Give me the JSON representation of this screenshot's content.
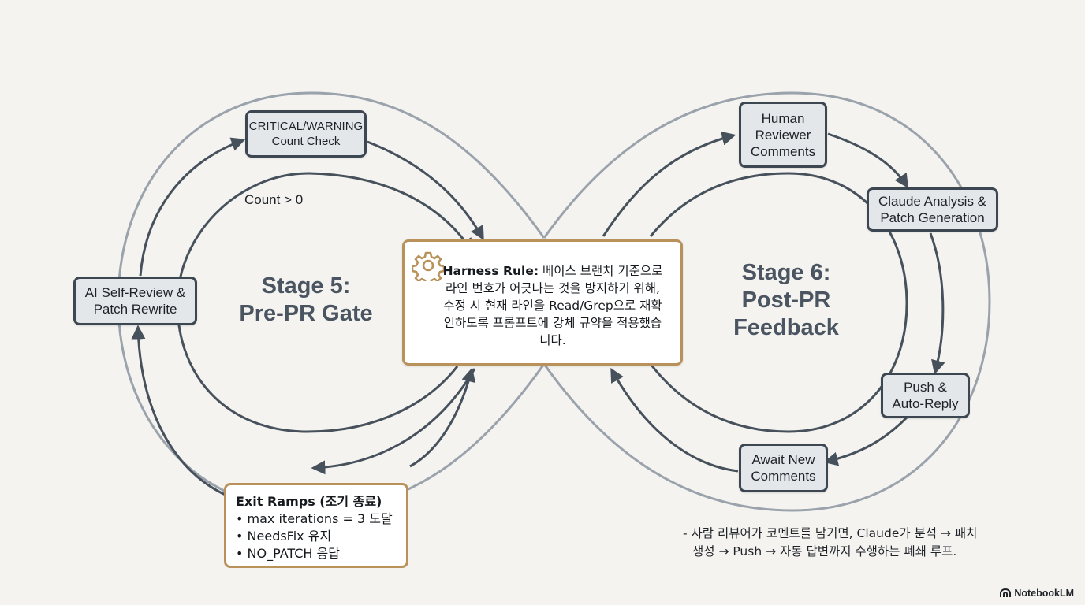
{
  "stage5": {
    "title": "Stage 5:\nPre-PR Gate"
  },
  "stage6": {
    "title": "Stage 6:\nPost-PR\nFeedback"
  },
  "nodes": {
    "critical_check": "CRITICAL/WARNING\nCount Check",
    "self_review": "AI Self-Review &\nPatch Rewrite",
    "human_review": "Human\nReviewer\nComments",
    "claude_analysis": "Claude Analysis &\nPatch Generation",
    "push_reply": "Push &\nAuto-Reply",
    "await_comments": "Await New\nComments"
  },
  "count_label": "Count > 0",
  "harness_rule": {
    "label": "Harness Rule:",
    "text": " 베이스 브랜치 기준으로 라인 번호가 어긋나는 것을 방지하기 위해, 수정 시 현재 라인을 Read/Grep으로 재확인하도록 프롬프트에 강체 규약을 적용했습니다.",
    "icon": "gear-icon"
  },
  "exit_ramps": {
    "title": "Exit Ramps (조기 종료)",
    "items": [
      "max iterations = 3 도달",
      "NeedsFix 유지",
      "NO_PATCH 응답"
    ]
  },
  "note": {
    "line1": "- 사람 리뷰어가 코멘트를 남기면, Claude가 분석 → 패치",
    "line2": "생성 → Push → 자동 답변까지 수행하는 폐쇄 루프."
  },
  "brand": {
    "name": "NotebookLM"
  },
  "colors": {
    "background": "#f4f3f0",
    "node_fill": "#e4e7ea",
    "node_border": "#3d4752",
    "accent_border": "#b8925a",
    "loop_outer": "#9aa2ab",
    "arrow": "#46515c"
  }
}
